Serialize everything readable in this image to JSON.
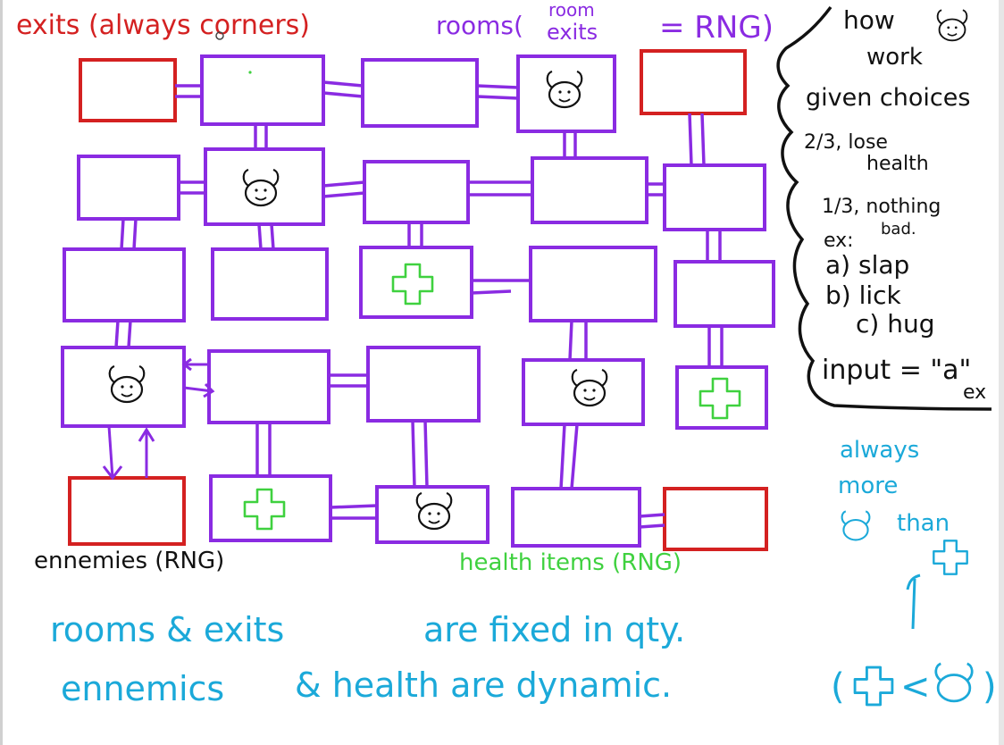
{
  "colors": {
    "exit": "#d42121",
    "room": "#8a2be2",
    "enemy": "#111111",
    "health": "#3fd13f",
    "note": "#1ba9d9",
    "cloud": "#111111"
  },
  "labels": {
    "exits_title": "exits (always corners)",
    "rooms_title_prefix": "rooms(",
    "rooms_title_stack_top": "room",
    "rooms_title_stack_bottom": "exits",
    "rooms_title_suffix": "= RNG)",
    "enemies_label": "ennemies (RNG)",
    "health_label": "health items (RNG)",
    "bottom_line1_a": "rooms & exits",
    "bottom_line1_b": "are fixed in qty.",
    "bottom_line2_a": "ennemics",
    "bottom_line2_b": "& health are dynamic.",
    "bottom_line2_lt": "<",
    "side_note_1": "always",
    "side_note_2": "more",
    "side_note_3": "than"
  },
  "cloud_note": {
    "title_a": "how",
    "title_b": "work",
    "line1": "given choices",
    "line2a": "2/3, lose",
    "line2b": "health",
    "line3a": "1/3, nothing",
    "line3b": "bad.",
    "line4": "ex:",
    "opt_a": "a) slap",
    "opt_b": "b) lick",
    "opt_c": "c) hug",
    "input": "input = \"a\"",
    "input_tail": "ex"
  }
}
